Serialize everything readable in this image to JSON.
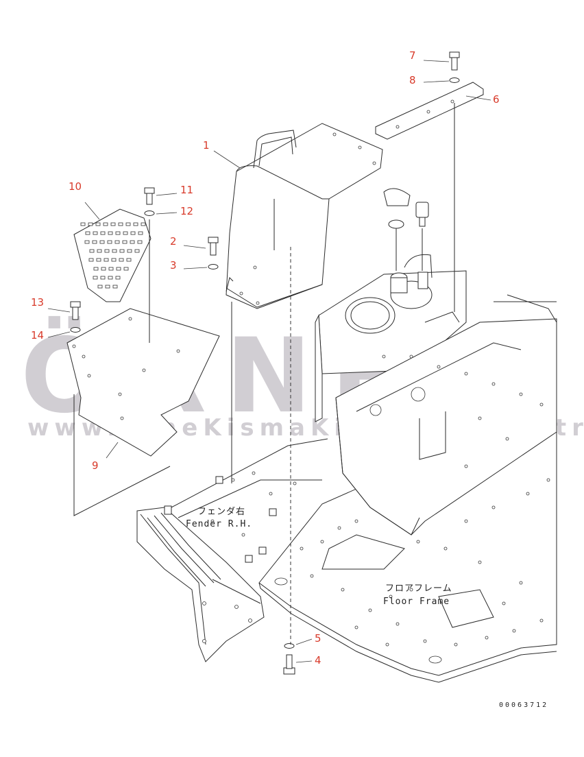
{
  "watermark": {
    "brand": "ÖRNEK",
    "url": "www.orneKismaKinalari.com.tr",
    "color": "#c9c6cc"
  },
  "captions": {
    "fender_jp": "フェンダ右",
    "fender_en": "Fender R.H.",
    "floor_jp": "フロアフレーム",
    "floor_en": "Floor Frame"
  },
  "document_number": "00063712",
  "callouts": {
    "c1": "1",
    "c2": "2",
    "c3": "3",
    "c4": "4",
    "c5": "5",
    "c6": "6",
    "c7": "7",
    "c8": "8",
    "c9": "9",
    "c10": "10",
    "c11": "11",
    "c12": "12",
    "c13": "13",
    "c14": "14"
  },
  "colors": {
    "callout": "#d83a2a",
    "line": "#2a2a2a"
  }
}
